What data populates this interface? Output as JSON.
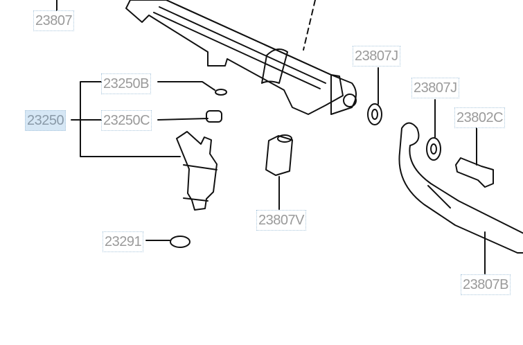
{
  "diagram": {
    "part_labels": [
      {
        "id": "23807",
        "highlighted": false
      },
      {
        "id": "23250B",
        "highlighted": false
      },
      {
        "id": "23250",
        "highlighted": true
      },
      {
        "id": "23250C",
        "highlighted": false
      },
      {
        "id": "23807J",
        "highlighted": false
      },
      {
        "id": "23807J",
        "highlighted": false
      },
      {
        "id": "23802C",
        "highlighted": false
      },
      {
        "id": "23807V",
        "highlighted": false
      },
      {
        "id": "23291",
        "highlighted": false
      },
      {
        "id": "23807B",
        "highlighted": false
      }
    ],
    "highlight_color": "#d6e7f5"
  }
}
